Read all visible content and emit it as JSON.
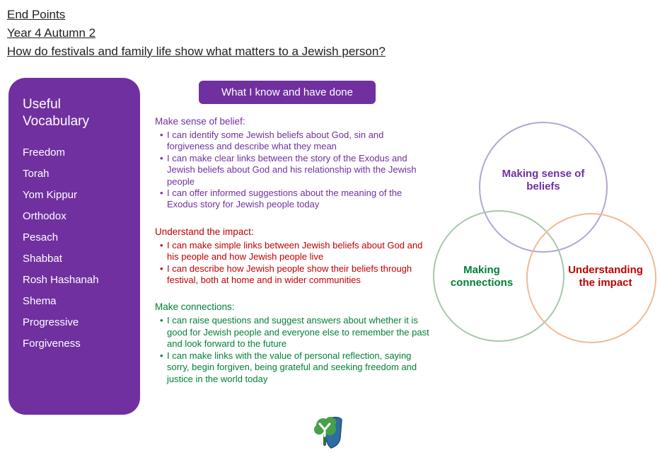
{
  "header": {
    "title": "End Points",
    "subtitle": "Year 4 Autumn 2",
    "question": "How do festivals and family life show what matters to a Jewish person?"
  },
  "vocabulary": {
    "title": "Useful Vocabulary",
    "items": [
      "Freedom",
      "Torah",
      "Yom Kippur",
      "Orthodox",
      "Pesach",
      "Shabbat",
      "Rosh Hashanah",
      "Shema",
      "Progressive",
      "Forgiveness"
    ]
  },
  "main": {
    "banner": "What I know and have done",
    "bullet_char": "•",
    "sections": [
      {
        "heading": "Make sense of belief:",
        "color": "#7030A0",
        "bullets": [
          "I can identify some Jewish beliefs about God, sin and forgiveness and describe what they mean",
          "I can make clear links between the story of the Exodus and Jewish beliefs about God and his relationship with the Jewish people",
          "I can offer informed suggestions about the meaning of the Exodus story for Jewish people today"
        ]
      },
      {
        "heading": "Understand the impact:",
        "color": "#C00000",
        "bullets": [
          "I can make simple links between Jewish beliefs about God and his people and how Jewish people live",
          "I can describe how Jewish people show their beliefs through festival, both at home and in wider communities"
        ]
      },
      {
        "heading": "Make connections:",
        "color": "#008037",
        "bullets": [
          "I can raise questions and suggest answers about whether it is good for Jewish people and everyone else to remember the past and look forward to the future",
          "I can make links with the value of personal reflection, saying sorry, begin forgiven, being grateful and seeking freedom and justice in the world today"
        ]
      }
    ]
  },
  "venn": {
    "circles": [
      {
        "label": "Making sense of beliefs",
        "color": "#7030A0",
        "border": "#B5A5CF"
      },
      {
        "label": "Making connections",
        "color": "#008037",
        "border": "#A8C8A8"
      },
      {
        "label": "Understanding the impact",
        "color": "#C00000",
        "border": "#EEBB96"
      }
    ]
  },
  "colors": {
    "panel_purple": "#7030A0",
    "text_purple": "#7030A0",
    "text_red": "#C00000",
    "text_green": "#008037"
  }
}
